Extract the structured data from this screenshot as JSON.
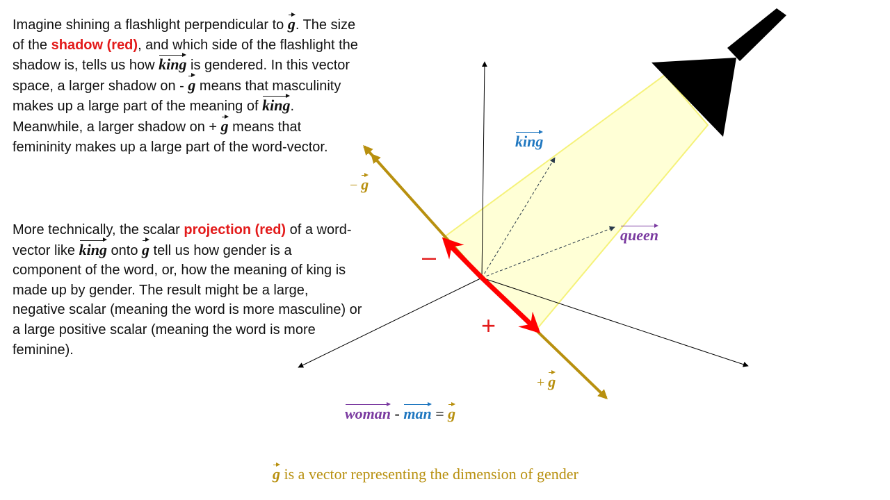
{
  "para1": {
    "t1": "Imagine shining a flashlight perpendicular to ",
    "g1": "g",
    "t2": ". The size of the ",
    "shadow": "shadow (red)",
    "t3": ", and which side of the flashlight the shadow is, tells us how ",
    "king1": "king",
    "t4": " is gendered. In this vector space, a larger shadow on - ",
    "g2": "g",
    "t5": " means that masculinity makes up a large part of the meaning of ",
    "king2": "king",
    "t6": ". Meanwhile, a larger shadow on + ",
    "g3": "g",
    "t7": " means that femininity makes up a large part of the word-vector."
  },
  "para2": {
    "t1": "More technically, the scalar ",
    "projection": "projection (red)",
    "t2": " of a word-vector like ",
    "king": "king",
    "t3": " onto ",
    "g": "g",
    "t4": "  tell us how gender is a component of the word, or, how the meaning of king is made up by gender.  The result might be a large, negative scalar (meaning the word is more masculine) or a large positive scalar (meaning the word is more feminine)."
  },
  "labels": {
    "king": "king",
    "queen": "queen",
    "neg_prefix": "− ",
    "pos_prefix": "+ ",
    "g": "g",
    "minus_sign": "–",
    "plus_sign": "+"
  },
  "equation": {
    "woman": "woman",
    "sep1": " - ",
    "man": "man",
    "sep2": " = ",
    "g": "g"
  },
  "caption": {
    "g": "g",
    "text": " is a vector representing the dimension of gender"
  },
  "colors": {
    "gender_axis": "#b8900f",
    "projection": "#ff0000",
    "light_beam": "#ffffcc",
    "beam_edge": "#f5f27a",
    "king_label": "#1f77c0",
    "queen_label": "#7a3aa0"
  }
}
